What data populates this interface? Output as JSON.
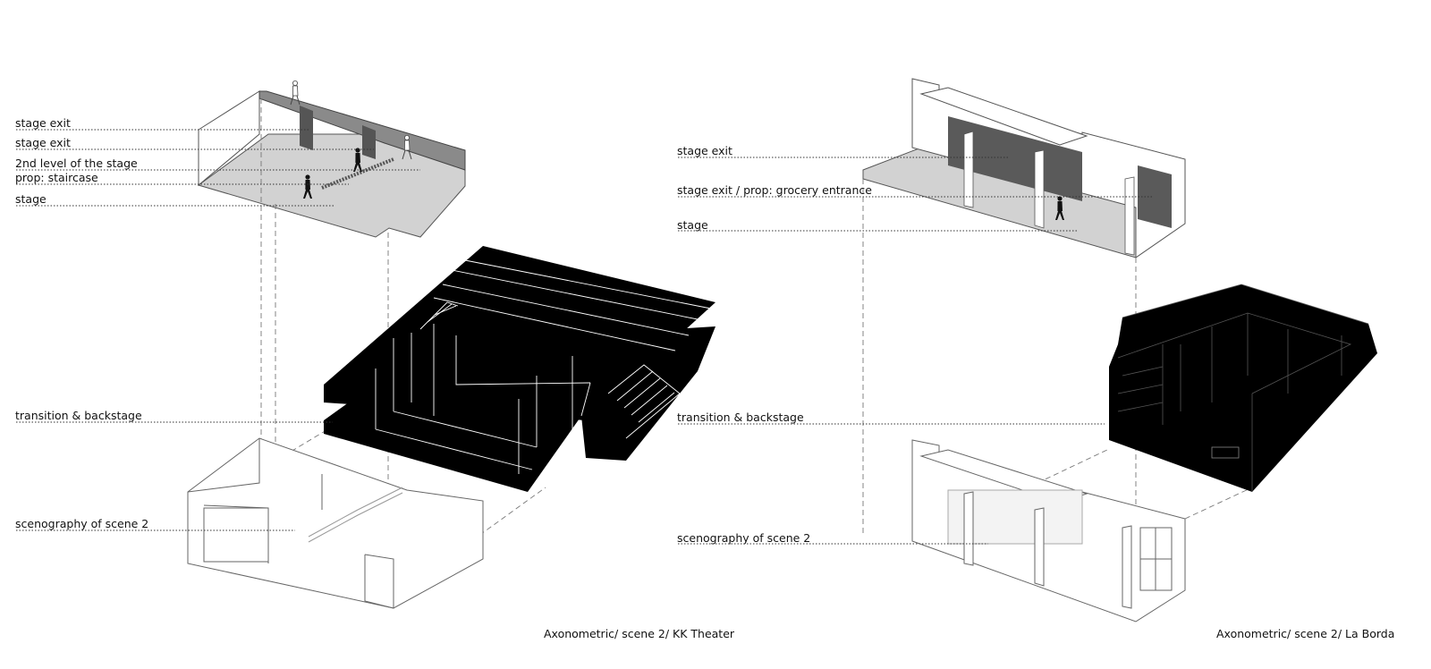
{
  "left": {
    "labels": [
      "stage exit",
      "stage exit",
      "2nd level of the stage",
      "prop: staircase",
      "stage",
      "transition & backstage",
      "scenography of scene 2"
    ],
    "caption": "Axonometric/ scene 2/ KK Theater"
  },
  "right": {
    "labels": [
      "stage exit",
      "stage exit / prop: grocery entrance",
      "stage",
      "transition & backstage",
      "scenography of scene 2"
    ],
    "caption": "Axonometric/ scene 2/ La Borda"
  },
  "colors": {
    "line": "#444444",
    "light_fill": "#d4d4d4",
    "mid_fill": "#6e6e6e",
    "dark_fill": "#000000"
  }
}
